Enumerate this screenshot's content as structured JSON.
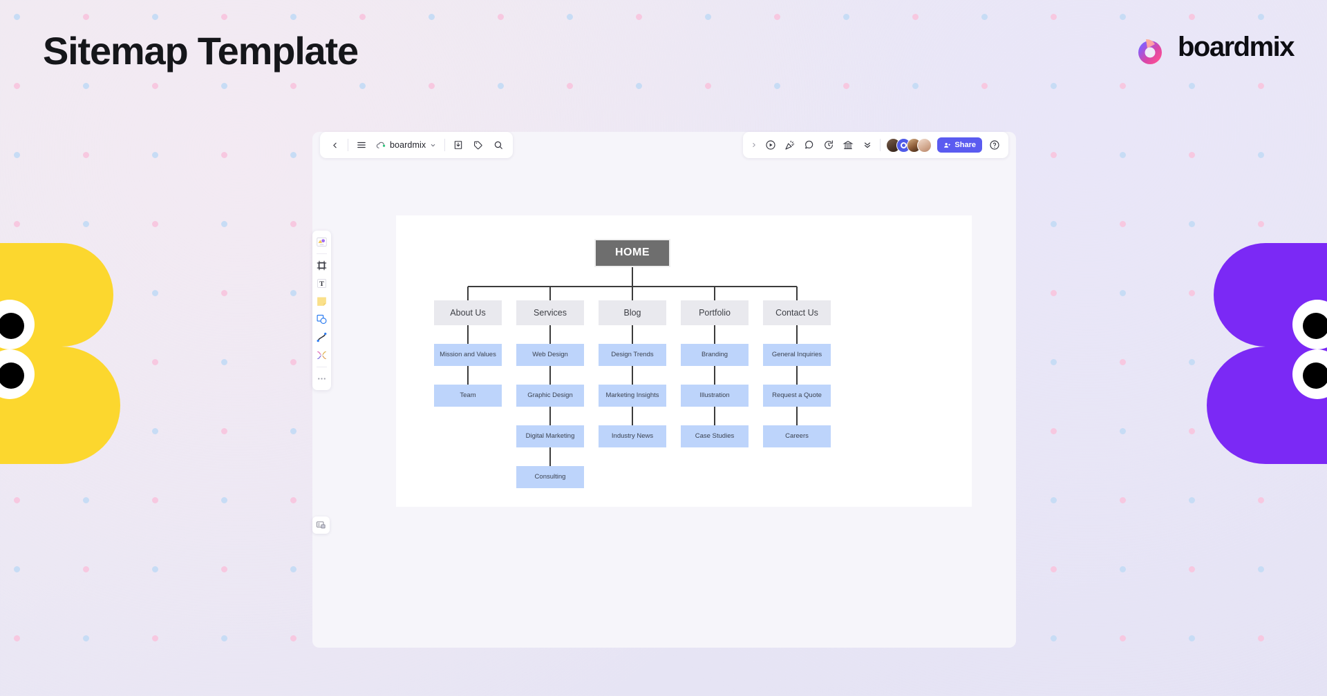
{
  "page": {
    "title": "Sitemap Template",
    "brand_name": "boardmix"
  },
  "app": {
    "toolbar_left": {
      "back_icon": "chevron-left-icon",
      "menu_icon": "hamburger-menu-icon",
      "cloud_icon": "cloud-sync-icon",
      "doc_name": "boardmix",
      "dropdown_icon": "chevron-down-icon",
      "export_icon": "export-download-icon",
      "tag_icon": "tag-icon",
      "search_icon": "search-icon"
    },
    "toolbar_right": {
      "expand_icon": "chevron-right-icon",
      "present_icon": "play-present-icon",
      "celebrate_icon": "confetti-icon",
      "comment_icon": "comment-bubble-icon",
      "timer_icon": "timer-icon",
      "vote_icon": "vote-ballot-icon",
      "more_icon": "chevrons-down-icon",
      "share_label": "Share",
      "share_icon": "person-add-icon",
      "help_icon": "help-circle-icon",
      "collaborators": [
        "user-avatar-1",
        "user-avatar-2",
        "user-avatar-3",
        "user-avatar-4"
      ]
    },
    "tool_rail": [
      {
        "name": "templates-icon"
      },
      {
        "name": "frame-icon"
      },
      {
        "name": "text-icon"
      },
      {
        "name": "sticky-note-icon"
      },
      {
        "name": "shapes-icon"
      },
      {
        "name": "connector-line-icon"
      },
      {
        "name": "mindmap-icon"
      },
      {
        "name": "more-tools-icon"
      }
    ],
    "mini_button_icon": "presentation-frame-icon"
  },
  "colors": {
    "home_node": "#6e6e6e",
    "level1_node": "#e9e9ee",
    "level2_node": "#bdd4fb",
    "edge": "#3b3b3b",
    "accent": "#5a5bf0",
    "mascot_left": "#fcd72e",
    "mascot_right": "#7b29f5"
  },
  "chart_data": {
    "type": "diagram",
    "title": "Sitemap Template",
    "root": {
      "label": "HOME"
    },
    "columns": [
      {
        "label": "About Us",
        "children": [
          "Mission and Values",
          "Team"
        ]
      },
      {
        "label": "Services",
        "children": [
          "Web Design",
          "Graphic Design",
          "Digital Marketing",
          "Consulting"
        ]
      },
      {
        "label": "Blog",
        "children": [
          "Design Trends",
          "Marketing Insights",
          "Industry News"
        ]
      },
      {
        "label": "Portfolio",
        "children": [
          "Branding",
          "Illustration",
          "Case Studies"
        ]
      },
      {
        "label": "Contact Us",
        "children": [
          "General Inquiries",
          "Request a Quote",
          "Careers"
        ]
      }
    ]
  }
}
